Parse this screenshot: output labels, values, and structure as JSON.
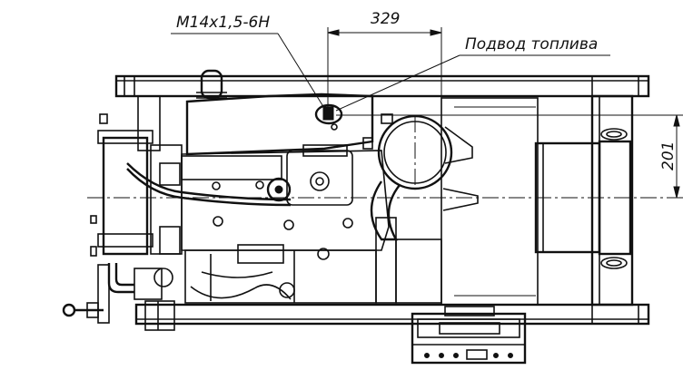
{
  "annotations": {
    "thread_label": "M14x1,5-6H",
    "fuel_label": "Подвод топлива",
    "dim_horizontal": "329",
    "dim_vertical": "201"
  }
}
